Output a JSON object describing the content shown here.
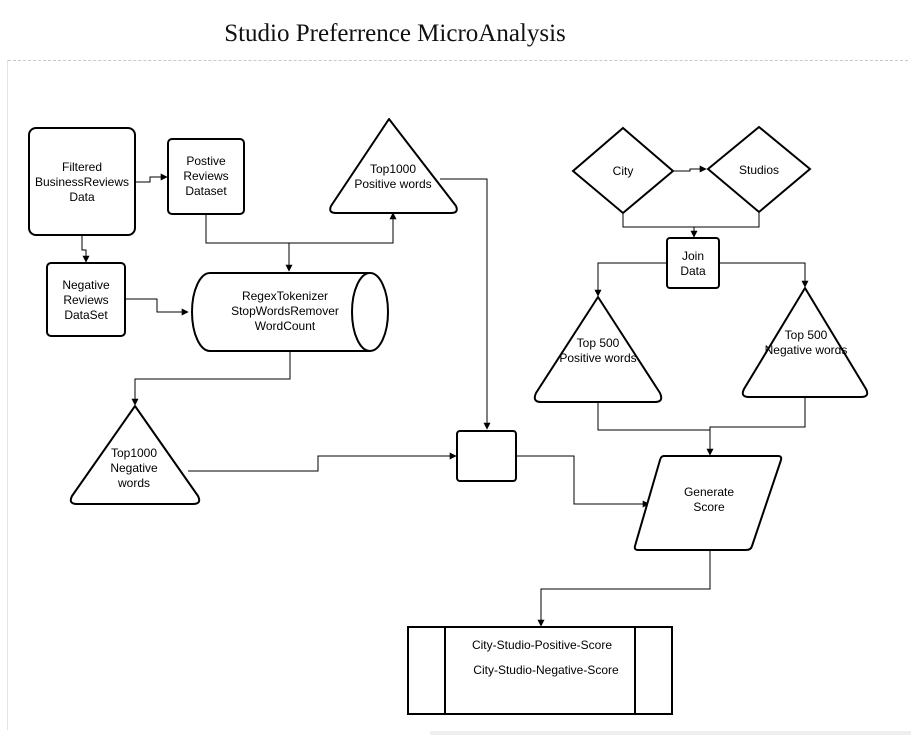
{
  "title": "Studio Preferrence MicroAnalysis",
  "nodes": {
    "filtered": [
      "Filtered",
      "BusinessReviews",
      "Data"
    ],
    "positive_dataset": [
      "Postive",
      "Reviews",
      "Dataset"
    ],
    "negative_dataset": [
      "Negative",
      "Reviews",
      "DataSet"
    ],
    "pipeline": [
      "RegexTokenizer",
      "StopWordsRemover",
      "WordCount"
    ],
    "top1000_positive": [
      "Top1000",
      "Positive words"
    ],
    "top1000_negative": [
      "Top1000",
      "Negative",
      "words"
    ],
    "city": [
      "City"
    ],
    "studios": [
      "Studios"
    ],
    "join": [
      "Join",
      "Data"
    ],
    "top500_positive": [
      "Top 500",
      "Positive words"
    ],
    "top500_negative": [
      "Top 500",
      "Negative words"
    ],
    "merge": [],
    "generate_score": [
      "Generate",
      "Score"
    ],
    "output": [
      "City-Studio-Positive-Score",
      "City-Studio-Negative-Score"
    ]
  }
}
